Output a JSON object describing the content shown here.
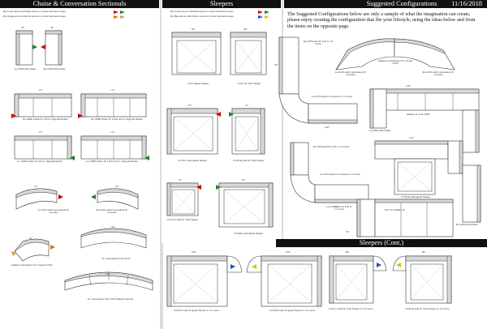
{
  "headers": {
    "chaise": "Chaise & Conversation Sectionals",
    "sleepers": "Sleepers",
    "suggested": "Suggested Configurations",
    "date": "11/16/2018",
    "sleepers_cont": "Sleepers (Cont.)"
  },
  "legend": {
    "red_line": "Pie Corner Arrows with Red Arrows to Create Sectional Groups",
    "orange_line": "Pie Orange Arrows with Tan Arrows to Create Sectional Groups",
    "sl_red_line": "Pie Corner Arrows with Red Arrows to Create Sectional Groups",
    "sl_blue_line": "Pie Blue Arrows with Yellow Arrows to Create Sectional Groups"
  },
  "intro": "The Suggested Configurations below are only a sample of what the imagination can create, please enjoy creating the configuration that fits your lifestyle, using the ideas below and from the items on the opposite page.",
  "chaise": {
    "items": [
      {
        "id": "c1",
        "label": "Ls-15050 Arm Chaise",
        "dim": "30\""
      },
      {
        "id": "c2",
        "label": "Rs-15050 Arm Chaise",
        "dim": "30\""
      },
      {
        "id": "c3",
        "label": "Rs-15090 Chaise 3C Sofa w/ Opposite Return",
        "dim": "97\""
      },
      {
        "id": "c4",
        "label": "Rs-15080 Chaise 3C 4 Seat Sofa w/ Opposite Return",
        "dim": "111\""
      },
      {
        "id": "c5",
        "label": "Ls-15090 Chaise 3C Sofa w/ Opposite Return",
        "dim": "97\""
      },
      {
        "id": "c6",
        "label": "Ls-15080 Chaise 3C 4 Seat Sofa w/ Opposite Return",
        "dim": "111\""
      },
      {
        "id": "c7",
        "label": "Ls-15101 Arm Conversation 3C Loveseat",
        "dim": "70\""
      },
      {
        "id": "c8",
        "label": "Rs-15101 Arm Conversation 3C Loveseat",
        "dim": "70\""
      },
      {
        "id": "c9",
        "label": "3C Conversation Sofa 15115",
        "dim": "115\""
      },
      {
        "id": "c10",
        "label": "Armless Conversation 3C Loveseat 15103",
        "dim": "55\""
      },
      {
        "id": "c11",
        "label": "3C Conversation Sofa 15105 (built in 2 pieces)",
        "dim": "146\""
      }
    ]
  },
  "sleepers": {
    "items": [
      {
        "id": "s1",
        "label": "15127 Queen Sleeper",
        "dim": "60\""
      },
      {
        "id": "s2",
        "label": "15121 3C Twin Sleeper",
        "dim": "48\""
      },
      {
        "id": "s3",
        "label": "15176 Ls Arm Queen Sleeper",
        "dim": "65\""
      },
      {
        "id": "s4",
        "label": "15132 Rs Arm 3C Twin Sleeper",
        "dim": "47\""
      },
      {
        "id": "s5",
        "label": "15131 Ls Arm 3C Twin Sleeper",
        "dim": "47\""
      },
      {
        "id": "s6",
        "label": "15136 Rs Arm Queen Sleeper",
        "dim": "65\""
      }
    ]
  },
  "sleepers_cont": {
    "items": [
      {
        "id": "sc1",
        "label": "15136 Ls Arm 3C Queen Sleeper w/ 1/2 Curve",
        "dim": "100\""
      },
      {
        "id": "sc2",
        "label": "15136 Rs Arm 3C Queen Sleeper w/ 1/2 Curve",
        "dim": "100\""
      },
      {
        "id": "sc3",
        "label": "15141 Ls Arm 3C Twin Sleeper w/ 1/2 Curve",
        "dim": "80\""
      },
      {
        "id": "sc4",
        "label": "15136 Rs Arm 3C Twin Sleeper w/ 1/2 Curve",
        "dim": "80\""
      }
    ]
  },
  "suggested": {
    "items": [
      {
        "id": "g1",
        "label": "Rs-15076 Arm 3C Sofa w/ 1/2 Curve"
      },
      {
        "id": "g2",
        "label": "Ls-15074 Arm 3C Loveseat w/ 1/2 Curve"
      },
      {
        "id": "g3",
        "label": "Ls-15101 Arm Conversation 3C Loveseat"
      },
      {
        "id": "g4",
        "label": "Armless Conversation 3C Loveseat 15103"
      },
      {
        "id": "g5",
        "label": "Rs-15101 Arm Conversation 3C Loveseat"
      },
      {
        "id": "g6",
        "label": "Armless 3C Sofa 15083"
      },
      {
        "id": "g7",
        "label": "Ls-15050 Arm Chaise"
      },
      {
        "id": "g8",
        "label": "Rs-15076 Arm 3C Sofa w/ 1/2 Curve"
      },
      {
        "id": "g9",
        "label": "Ls-15074 Arm 3C Loveseat w/ 1/2 Curve"
      },
      {
        "id": "g10",
        "label": "15136 Rs Arm Queen Sleeper"
      },
      {
        "id": "g11",
        "label": "Ls-15101 Arm 3C Sofa w/ 1/2 Curve"
      },
      {
        "id": "g12",
        "label": "78\"C W/4 3084C-78"
      },
      {
        "id": "g13",
        "label": "Rs-15050 Arm Chaise"
      }
    ],
    "dims": [
      "140\"",
      "120\"",
      "100\"",
      "96\"",
      "115\"",
      "30\"",
      "54\""
    ]
  }
}
